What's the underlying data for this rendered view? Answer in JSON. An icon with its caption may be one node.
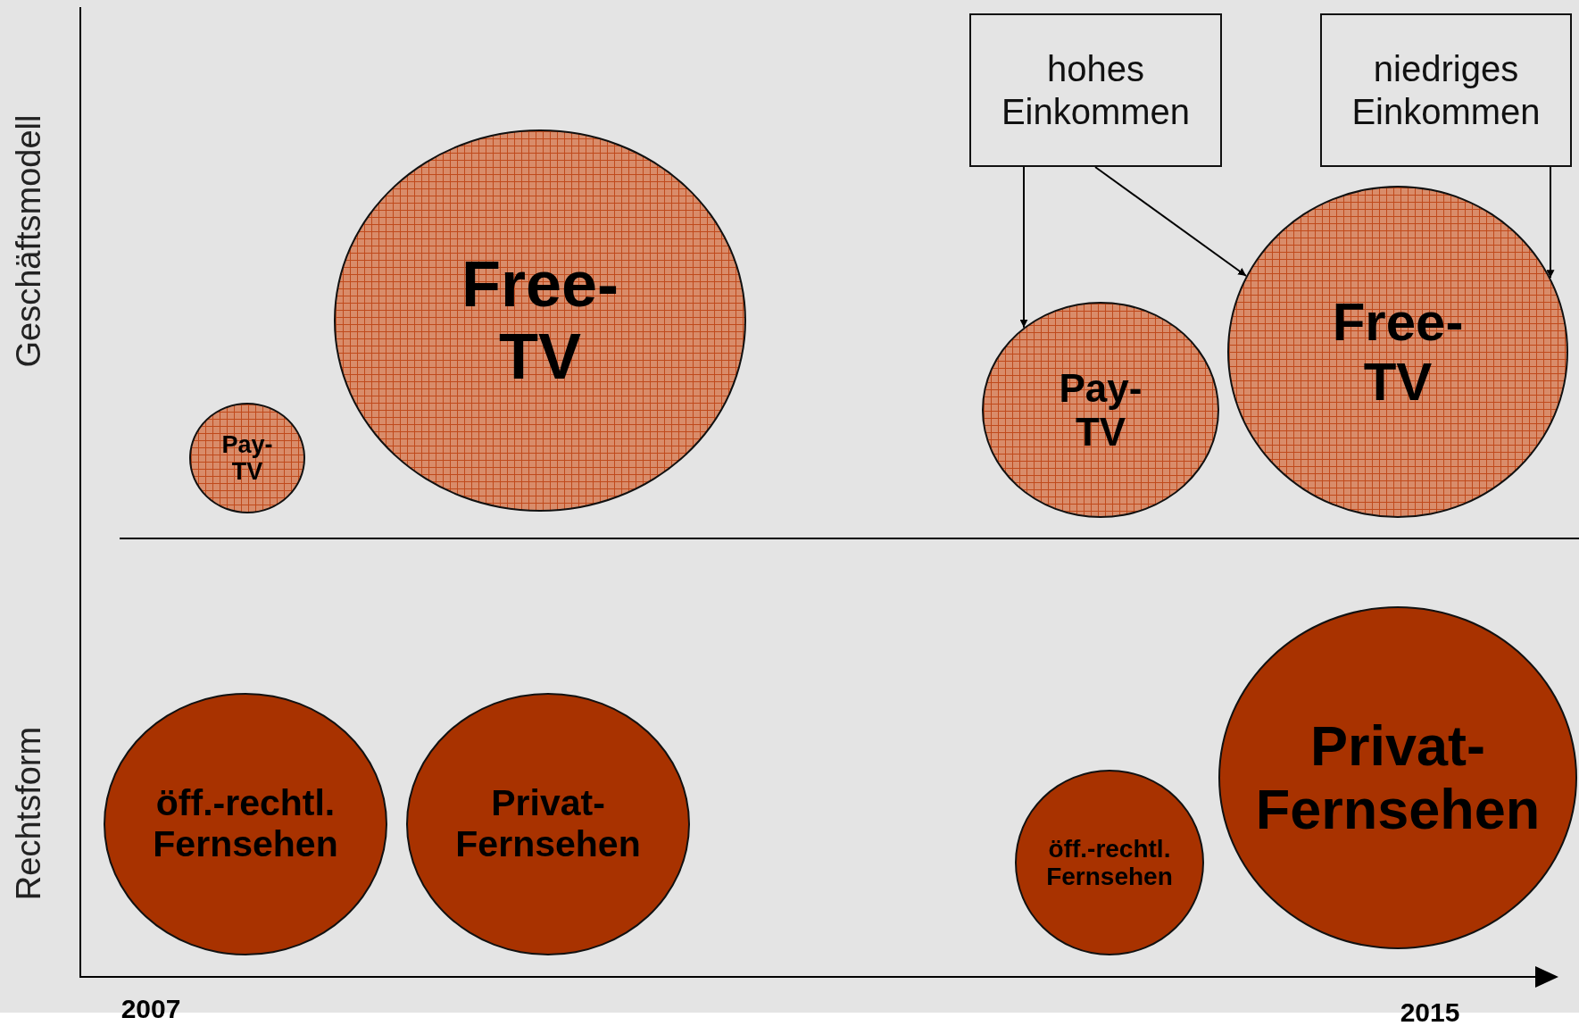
{
  "diagram": {
    "nodes": [
      {
        "text": [
          "hohes Einkommen"
        ]
      },
      {
        "text": [
          "niedriges Einkommen"
        ]
      },
      {
        "text": [
          "Pay- TV"
        ]
      },
      {
        "text": [
          "Free- TV"
        ]
      },
      {
        "text": [
          "Pay- TV"
        ]
      },
      {
        "text": [
          "Free- TV"
        ]
      },
      {
        "text": [
          "öff.-rechtl. Fernsehen"
        ]
      },
      {
        "text": [
          "Privat- Fernsehen"
        ]
      },
      {
        "text": [
          "öff.-rechtl. Fernsehen"
        ]
      },
      {
        "text": [
          "Privat- Fernsehen"
        ]
      }
    ],
    "edges": [
      {
        "from": 0,
        "to": 4,
        "arrow": "to"
      },
      {
        "from": 0,
        "to": 5,
        "arrow": "to"
      },
      {
        "from": 1,
        "to": 5,
        "arrow": "to"
      }
    ],
    "labels": [
      "Geschäftsmodell",
      "Rechtsform",
      "2007",
      "2015"
    ]
  }
}
